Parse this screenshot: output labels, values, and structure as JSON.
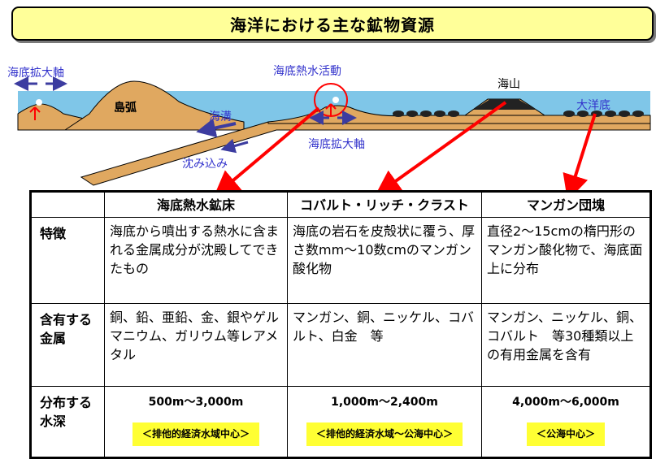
{
  "title": "海洋における主な鉱物資源",
  "diagram": {
    "ridge_left": "海底拡大軸",
    "island_arc": "島弧",
    "trench": "海溝",
    "subduction": "沈み込み",
    "hydrothermal": "海底熱水活動",
    "ridge_center": "海底拡大軸",
    "seamount": "海山",
    "ocean_floor": "大洋底",
    "colors": {
      "ocean": "#7fc6e8",
      "crust": "#e0a860",
      "arrow_blue": "#3c3ca0",
      "arrow_red": "#ff0000",
      "label_blue": "#3333cc"
    }
  },
  "table": {
    "headers": [
      "",
      "海底熱水鉱床",
      "コバルト・リッチ・クラスト",
      "マンガン団塊"
    ],
    "rows": [
      {
        "label": "特徴",
        "cells": [
          "海底から噴出する熱水に含まれる金属成分が沈殿してできたもの",
          "海底の岩石を皮殻状に覆う、厚さ数mm～10数cmのマンガン酸化物",
          "直径2～15cmの楕円形のマンガン酸化物で、海底面上に分布"
        ]
      },
      {
        "label": "含有する金属",
        "cells": [
          "銅、鉛、亜鉛、金、銀やゲルマニウム、ガリウム等レアメタル",
          "マンガン、銅、ニッケル、コバルト、白金　等",
          "マンガン、ニッケル、銅、コバルト　等30種類以上の有用金属を含有"
        ]
      },
      {
        "label": "分布する水深",
        "depths": [
          "500m～3,000m",
          "1,000m～2,400m",
          "4,000m～6,000m"
        ],
        "zones": [
          "＜排他的経済水域中心＞",
          "＜排他的経済水域～公海中心＞",
          "＜公海中心＞"
        ]
      }
    ]
  }
}
